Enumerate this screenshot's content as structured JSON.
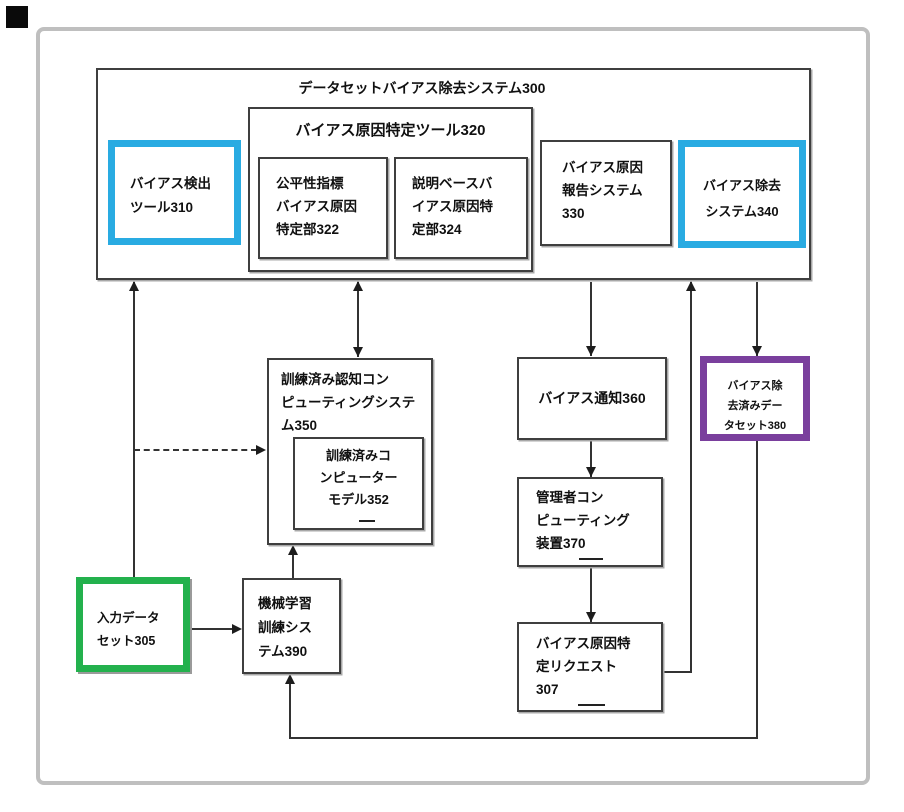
{
  "diagram": {
    "system_title": "データセットバイアス除去システム300",
    "nodes": {
      "n300": {
        "label": "データセットバイアス除去システム300"
      },
      "n310": {
        "lines": [
          "バイアス検出",
          "ツール310"
        ],
        "accent": "#29abe2"
      },
      "n320": {
        "label": "バイアス原因特定ツール320"
      },
      "n322": {
        "lines": [
          "公平性指標",
          "バイアス原因",
          "特定部322"
        ]
      },
      "n324": {
        "lines": [
          "説明ベースバ",
          "イアス原因特",
          "定部324"
        ]
      },
      "n330": {
        "lines": [
          "バイアス原因",
          "報告システム",
          "330"
        ]
      },
      "n340": {
        "lines": [
          "バイアス除去",
          "システム340"
        ],
        "accent": "#29abe2"
      },
      "n350": {
        "lines": [
          "訓練済み認知コン",
          "ピューティングシステ",
          "ム350"
        ]
      },
      "n352": {
        "lines": [
          "訓練済みコ",
          "ンピューター",
          "モデル352"
        ]
      },
      "n360": {
        "label": "バイアス通知360"
      },
      "n380": {
        "lines": [
          "バイアス除",
          "去済みデー",
          "タセット380"
        ],
        "accent": "#7a3f9d"
      },
      "n370": {
        "lines": [
          "管理者コン",
          "ピューティング",
          "装置370"
        ]
      },
      "n307": {
        "lines": [
          "バイアス原因特",
          "定リクエスト",
          "307"
        ]
      },
      "n305": {
        "lines": [
          "入力データ",
          "セット305"
        ],
        "accent": "#23b14d"
      },
      "n390": {
        "lines": [
          "機械学習",
          "訓練シス",
          "テム390"
        ]
      }
    },
    "edges": [
      {
        "from": "305",
        "to": "300",
        "style": "solid",
        "arrow": "to"
      },
      {
        "from": "305",
        "to": "390",
        "style": "solid",
        "arrow": "to"
      },
      {
        "from": "300",
        "to": "350",
        "style": "solid",
        "arrow": "both"
      },
      {
        "from": "305",
        "to": "350",
        "style": "dashed",
        "arrow": "to"
      },
      {
        "from": "300",
        "to": "360",
        "style": "solid",
        "arrow": "to"
      },
      {
        "from": "360",
        "to": "370",
        "style": "solid",
        "arrow": "to"
      },
      {
        "from": "370",
        "to": "307",
        "style": "solid",
        "arrow": "to"
      },
      {
        "from": "307",
        "to": "300",
        "style": "solid",
        "arrow": "to"
      },
      {
        "from": "300",
        "to": "380",
        "style": "solid",
        "arrow": "to"
      },
      {
        "from": "380",
        "to": "390",
        "style": "solid",
        "arrow": "to"
      },
      {
        "from": "390",
        "to": "350",
        "style": "solid",
        "arrow": "to"
      }
    ],
    "colors": {
      "highlight_blue": "#29abe2",
      "highlight_green": "#23b14d",
      "highlight_purple": "#7a3f9d",
      "box_line": "#3f3f3f",
      "connector_line": "#333333",
      "outer_frame": "#bfbfbf"
    }
  }
}
